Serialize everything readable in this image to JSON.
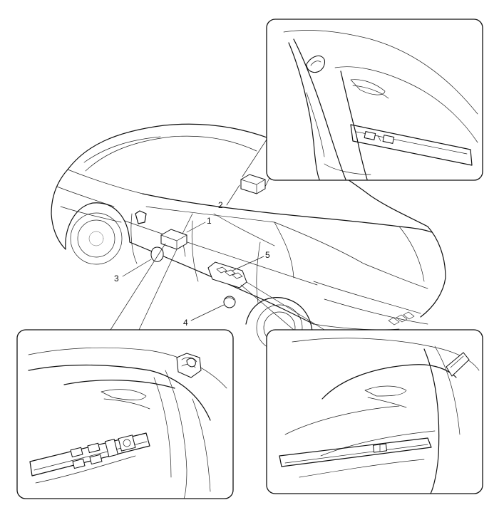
{
  "callouts": [
    {
      "id": "1",
      "label": "1"
    },
    {
      "id": "2",
      "label": "2"
    },
    {
      "id": "3",
      "label": "3"
    },
    {
      "id": "4",
      "label": "4"
    },
    {
      "id": "5",
      "label": "5"
    }
  ],
  "detail_views": [
    {
      "id": "rear-left-door",
      "refers_to": "2"
    },
    {
      "id": "driver-door",
      "refers_to": "1"
    },
    {
      "id": "passenger-door",
      "refers_to": "5"
    }
  ]
}
